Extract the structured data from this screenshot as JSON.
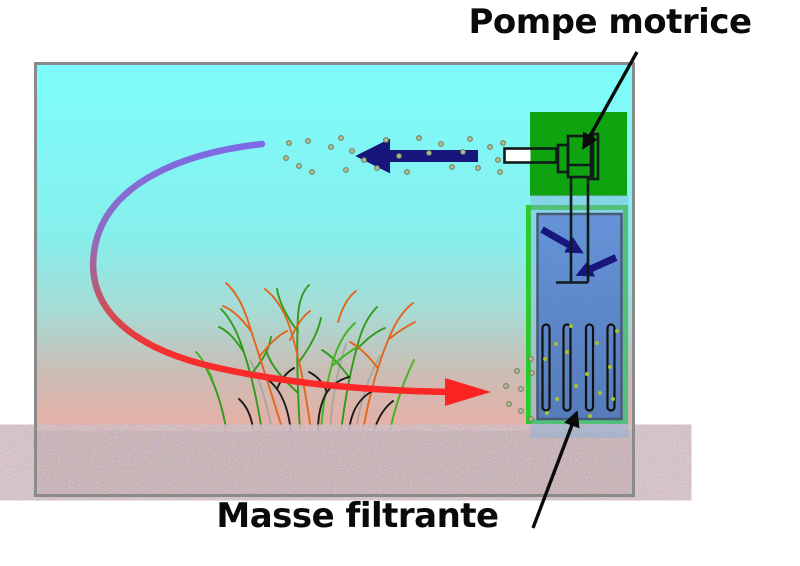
{
  "labels": {
    "pump": "Pompe motrice",
    "filter_media": "Masse filtrante"
  },
  "icons": {
    "pump_label_arrow": "black-pointer-arrow",
    "filter_label_arrow": "black-pointer-arrow",
    "outflow_arrow": "navy-left-arrow",
    "inflow_arrows": "navy-diagonal-arrows",
    "circulation_arrow": "purple-to-red-curved-arrow"
  },
  "colors": {
    "water_top": "#7dfdfd",
    "water_bottom": "#efaaa0",
    "tank_border": "#8a8a8a",
    "pump_housing_green": "#0fa30f",
    "filter_frame_green": "#28cc28",
    "filter_media_blue": "#3a63b8",
    "flow_arrow_navy": "#16167c",
    "circulation_purple": "#7e6ae4",
    "circulation_red": "#ff2626",
    "gravel": "#8b6f64",
    "label_text": "#0a0a0a",
    "bubble": "#b7ba92",
    "media_particle": "#a6c22e"
  }
}
